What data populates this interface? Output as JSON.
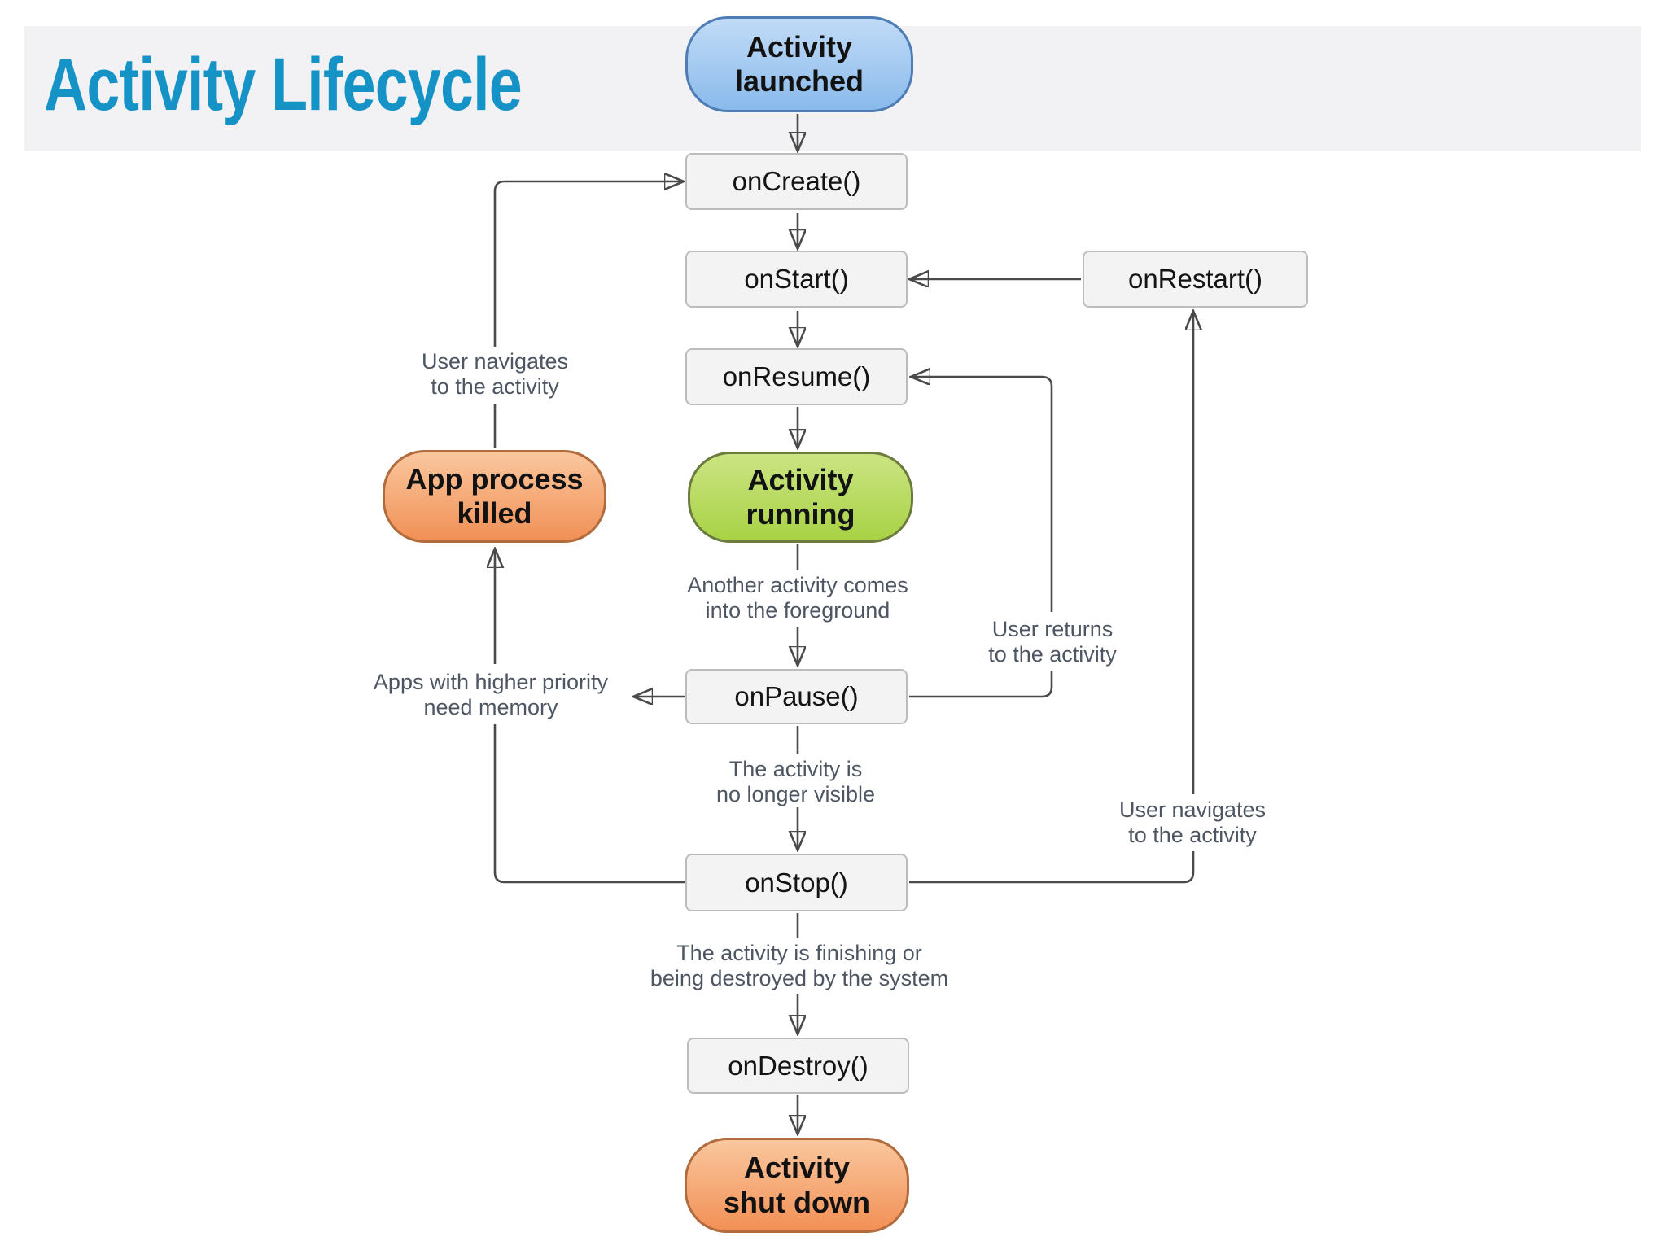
{
  "title": "Activity Lifecycle",
  "colors": {
    "band": "#f2f1f4",
    "title": "#1693c6",
    "box-fill": "#f4f3f4",
    "box-border": "#bcbcbc",
    "box-text": "#141414",
    "pill-text": "#121212",
    "line": "#4a4a4a",
    "arrow": "#3e3e3e",
    "label": "#4e5663",
    "blue-top": "#c1dbf6",
    "blue-bot": "#8abaec",
    "blue-border": "#4e7db6",
    "green-top": "#cbe483",
    "green-bot": "#a8d245",
    "green-border": "#6c7c3e",
    "orange-top": "#fac79e",
    "orange-bot": "#f19056",
    "orange-border": "#b26b3c"
  },
  "nodes": {
    "activity_launched": "Activity\nlaunched",
    "on_create": "onCreate()",
    "on_start": "onStart()",
    "on_restart": "onRestart()",
    "on_resume": "onResume()",
    "activity_running": "Activity\nrunning",
    "app_process_killed": "App process\nkilled",
    "on_pause": "onPause()",
    "on_stop": "onStop()",
    "on_destroy": "onDestroy()",
    "activity_shut_down": "Activity\nshut down"
  },
  "edge_labels": {
    "user_navigates_left": "User navigates\nto the activity",
    "another_activity": "Another activity comes\ninto the foreground",
    "user_returns": "User returns\nto the activity",
    "apps_higher_priority": "Apps with higher priority\nneed memory",
    "no_longer_visible": "The activity is\nno longer visible",
    "user_navigates_right": "User navigates\nto the activity",
    "finishing_or_destroyed": "The activity is finishing or\nbeing destroyed by the system"
  }
}
